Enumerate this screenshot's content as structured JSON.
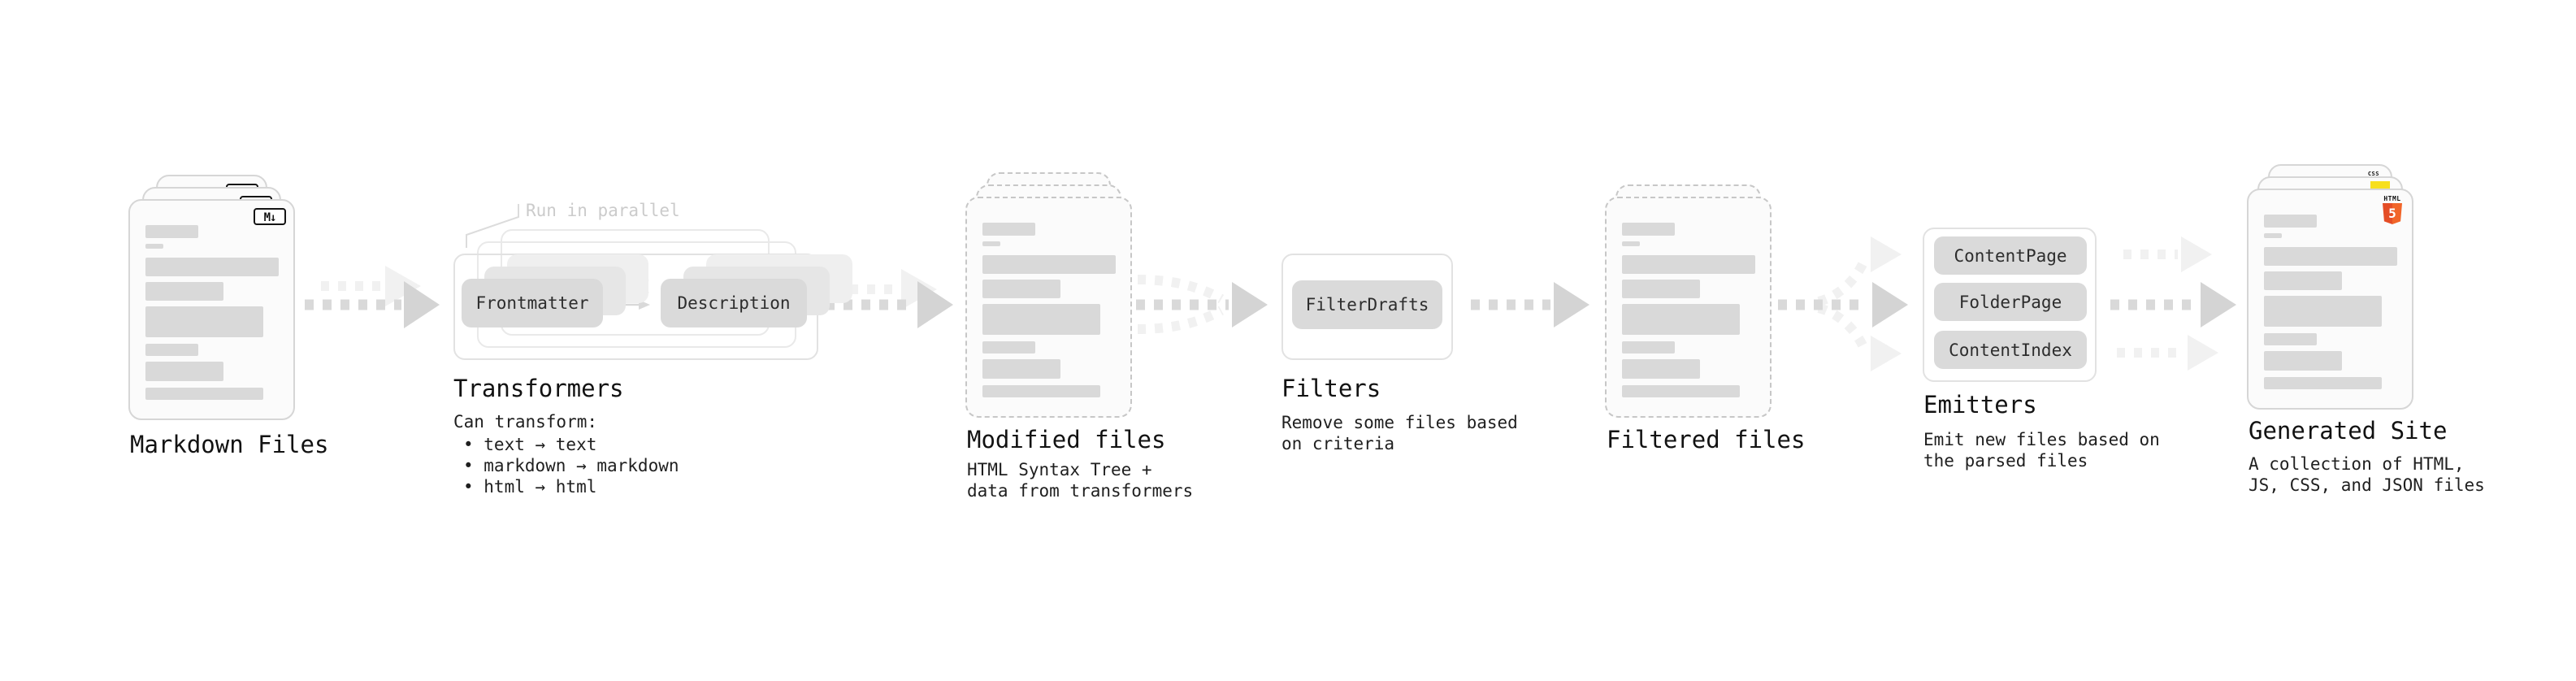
{
  "stages": {
    "markdown": {
      "title": "Markdown Files",
      "file_badge": "M↓"
    },
    "transformers": {
      "title": "Transformers",
      "parallel_note": "Run in parallel",
      "pill_left": "Frontmatter",
      "pill_right": "Description",
      "caption_intro": "Can transform:",
      "bullets": {
        "b1": "• text → text",
        "b2": "• markdown → markdown",
        "b3": "• html → html"
      }
    },
    "modified": {
      "title": "Modified files",
      "caption1": "HTML Syntax Tree +",
      "caption2": "data from transformers"
    },
    "filters": {
      "title": "Filters",
      "pill": "FilterDrafts",
      "caption1": "Remove some files based",
      "caption2": "on criteria"
    },
    "filtered": {
      "title": "Filtered files"
    },
    "emitters": {
      "title": "Emitters",
      "pill1": "ContentPage",
      "pill2": "FolderPage",
      "pill3": "ContentIndex",
      "caption1": "Emit new files based on",
      "caption2": "the parsed files"
    },
    "generated": {
      "title": "Generated Site",
      "caption1": "A collection of HTML,",
      "caption2": "JS, CSS, and JSON files",
      "badge_css": "CSS",
      "badge_html_word": "HTML",
      "badge_html_number": "5"
    }
  },
  "colors": {
    "html5_orange": "#e44d26",
    "html5_orange_light": "#f16529",
    "js_yellow": "#f7df1e",
    "css_blue": "#2965f1",
    "pill_gray": "#dadada",
    "bar_gray": "#d9d9d9",
    "card_border": "#d6d6d6",
    "arrow_strong": "#d9d9d9",
    "arrow_faint": "#f1f1f1",
    "note_gray": "#cbcbcb"
  }
}
